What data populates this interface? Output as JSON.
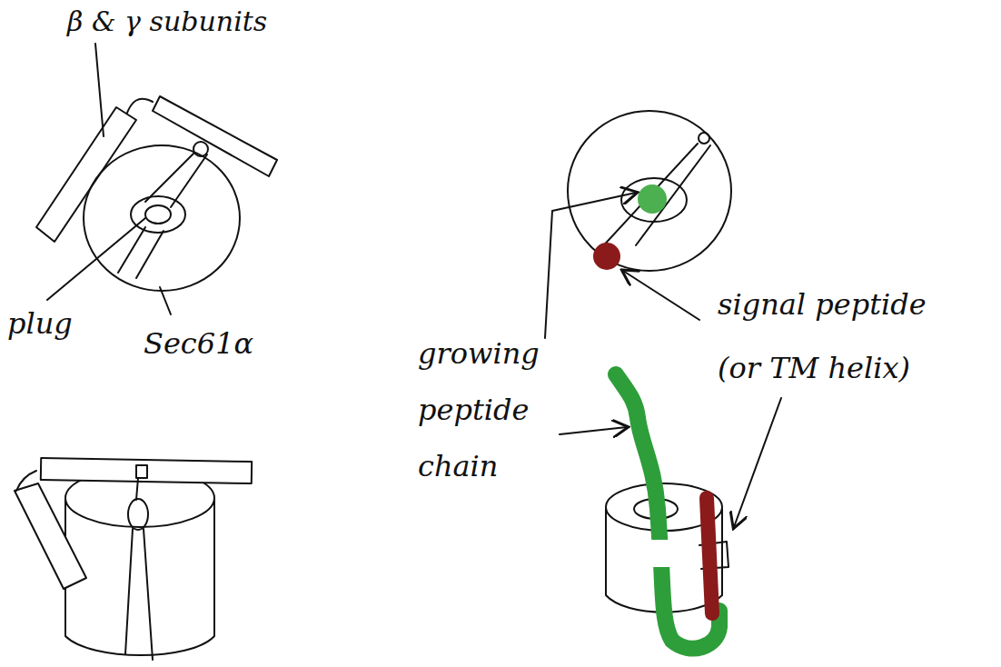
{
  "diagram": {
    "labels": [
      "β & γ subunits",
      "plug",
      "Sec61α",
      "growing peptide chain",
      "signal peptide (or TM helix)"
    ]
  }
}
